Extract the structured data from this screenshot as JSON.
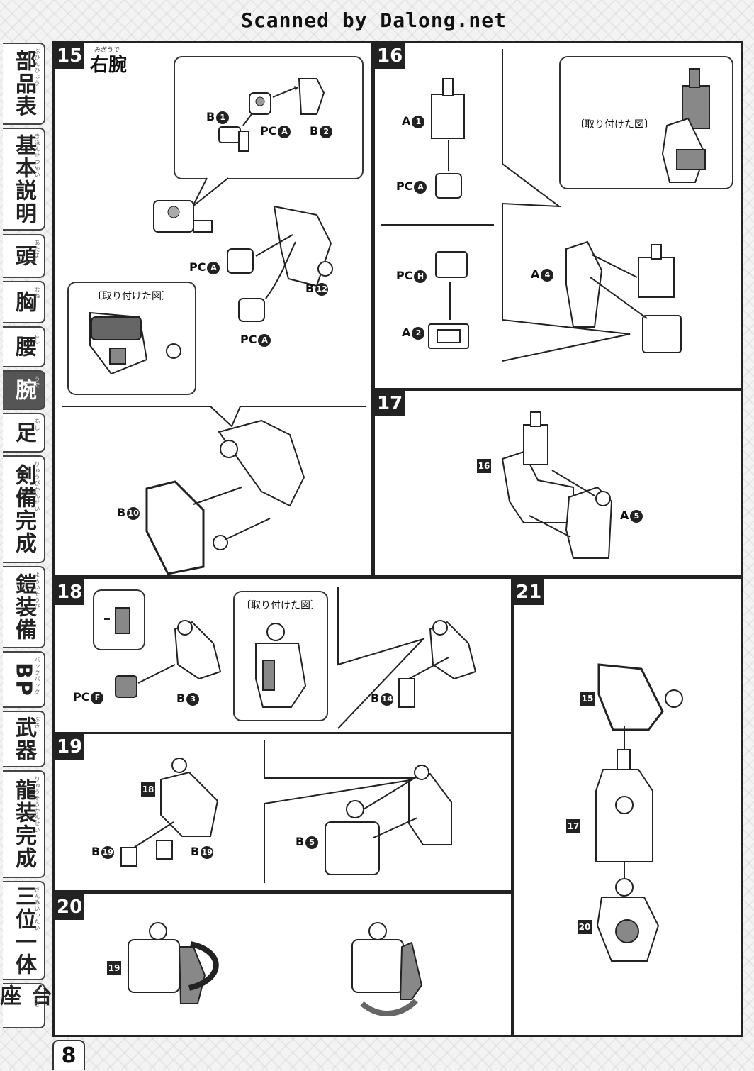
{
  "credit": "Scanned by Dalong.net",
  "page_number": "8",
  "sidebar": {
    "tabs": [
      {
        "label": "部品表",
        "ruby": "ぶひんひょう",
        "active": false
      },
      {
        "label": "基本説明",
        "ruby": "きほんせつめい",
        "active": false
      },
      {
        "label": "頭",
        "ruby": "あたま",
        "active": false
      },
      {
        "label": "胸",
        "ruby": "むね",
        "active": false
      },
      {
        "label": "腰",
        "ruby": "こし",
        "active": false
      },
      {
        "label": "腕",
        "ruby": "うで",
        "active": true
      },
      {
        "label": "足",
        "ruby": "あし",
        "active": false
      },
      {
        "label": "剣備完成",
        "ruby": "りゅうびかんせい",
        "active": false
      },
      {
        "label": "鎧装備",
        "ruby": "よろいそうび",
        "active": false
      },
      {
        "label": "BP",
        "ruby": "バックパック",
        "active": false
      },
      {
        "label": "武器",
        "ruby": "ぶき",
        "active": false
      },
      {
        "label": "龍装完成",
        "ruby": "りゅうそうかんせい",
        "active": false
      },
      {
        "label": "三位一体",
        "ruby": "さんみいったい",
        "active": false
      },
      {
        "label": "台座",
        "ruby": "だいざ",
        "active": false
      }
    ]
  },
  "common": {
    "attached_view": "〔取り付けた図〕"
  },
  "steps": {
    "s15": {
      "num": "15",
      "title": "右腕",
      "ruby": "みぎうで",
      "labels": {
        "b1": "B",
        "b1n": "1",
        "pca1": "PC",
        "pca1n": "A",
        "b2": "B",
        "b2n": "2",
        "pca2": "PC",
        "pca2n": "A",
        "b12": "B",
        "b12n": "12",
        "pca3": "PC",
        "pca3n": "A",
        "b10": "B",
        "b10n": "10"
      }
    },
    "s16": {
      "num": "16",
      "labels": {
        "a1": "A",
        "a1n": "1",
        "pca": "PC",
        "pcan": "A",
        "pch": "PC",
        "pchn": "H",
        "a2": "A",
        "a2n": "2",
        "a4": "A",
        "a4n": "4"
      }
    },
    "s17": {
      "num": "17",
      "ref": "16",
      "labels": {
        "a5": "A",
        "a5n": "5"
      }
    },
    "s18": {
      "num": "18",
      "labels": {
        "pcf": "PC",
        "pcfn": "F",
        "b3": "B",
        "b3n": "3",
        "b14": "B",
        "b14n": "14"
      }
    },
    "s19": {
      "num": "19",
      "ref": "18",
      "labels": {
        "b19a": "B",
        "b19an": "19",
        "b19b": "B",
        "b19bn": "19",
        "b5": "B",
        "b5n": "5"
      }
    },
    "s20": {
      "num": "20",
      "ref": "19"
    },
    "s21": {
      "num": "21",
      "refs": [
        "15",
        "17",
        "20"
      ]
    }
  },
  "colors": {
    "ink": "#222222",
    "part_fill": "#ffffff",
    "part_dark": "#666666",
    "part_mid": "#9a9a9a"
  }
}
